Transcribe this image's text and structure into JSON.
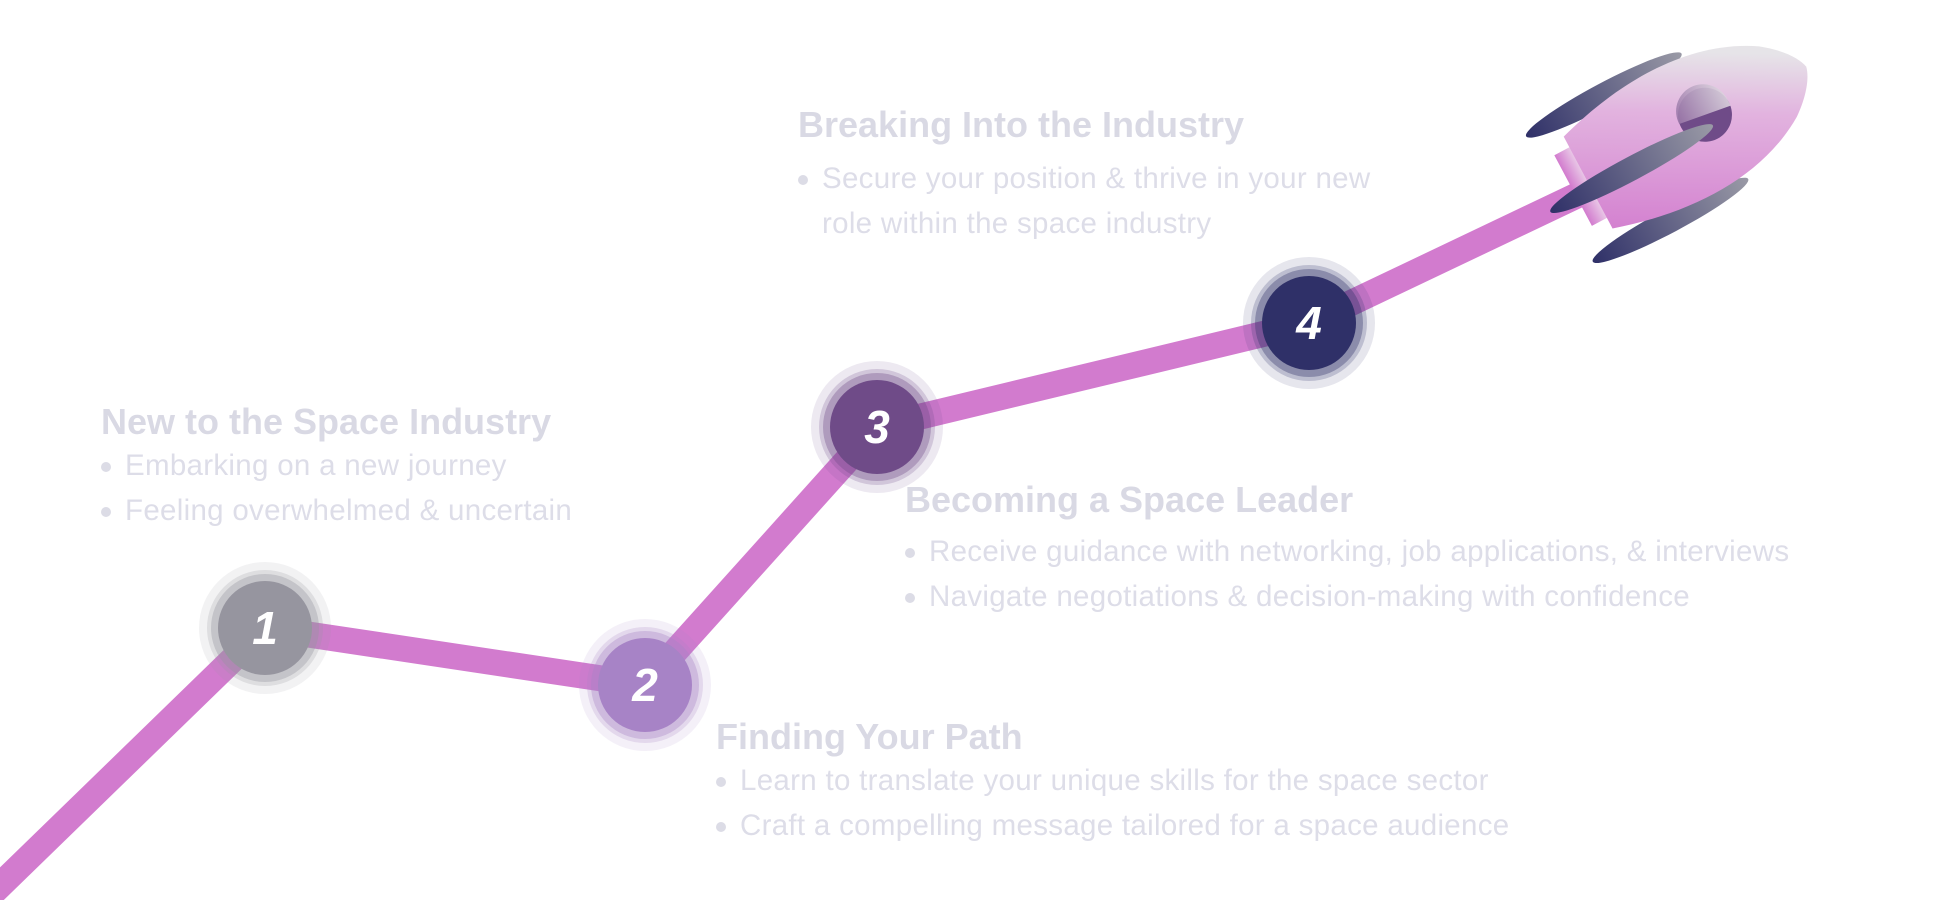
{
  "diagram": {
    "type": "career-journey-path",
    "path_color": "#D27BCE",
    "steps": [
      {
        "number": "1",
        "color": "#96959F",
        "title": "New to the Space Industry",
        "bullets": [
          "Embarking on a new journey",
          "Feeling overwhelmed & uncertain"
        ]
      },
      {
        "number": "2",
        "color": "#A783C6",
        "title": "Finding Your Path",
        "bullets": [
          "Learn to translate your unique skills for the space sector",
          "Craft a compelling message tailored for a space audience"
        ]
      },
      {
        "number": "3",
        "color": "#6F4B88",
        "title": "Becoming a Space Leader",
        "bullets": [
          "Receive guidance with networking, job applications, & interviews",
          "Navigate negotiations & decision-making with confidence"
        ]
      },
      {
        "number": "4",
        "color": "#2F3068",
        "title": "Breaking Into the Industry",
        "bullets": [
          "Secure your position & thrive in your new role within the space industry"
        ]
      }
    ],
    "endpoint_icon": "rocket-icon",
    "rocket_colors": {
      "body": "#D27BCE",
      "nose": "#E4E4E6",
      "window": "#6F4B88",
      "fins": "#2F3068"
    }
  }
}
